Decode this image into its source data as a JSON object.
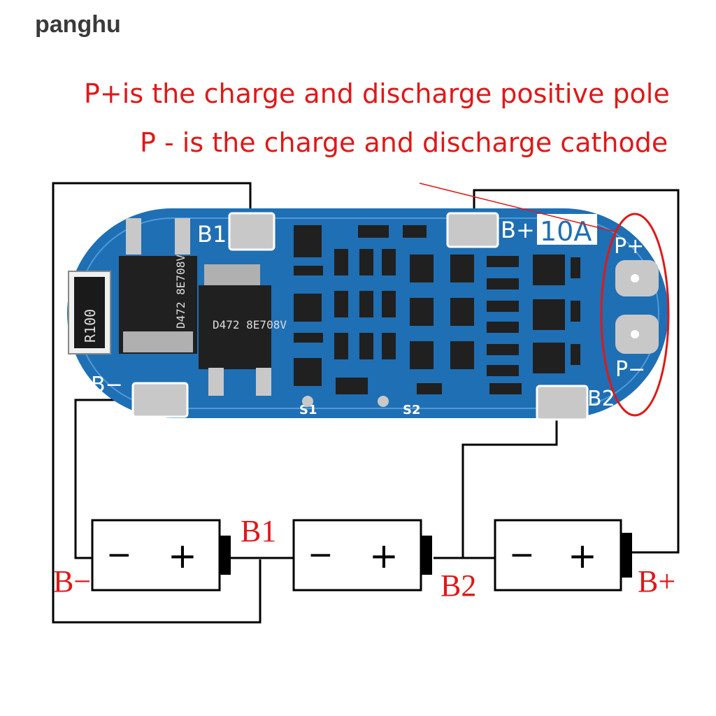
{
  "watermark": "panghu",
  "captions": {
    "p_plus": "P+is the charge and discharge positive pole",
    "p_minus": "P - is the charge and discharge cathode"
  },
  "board": {
    "pad_b1": "B1",
    "pad_b_plus": "B+",
    "current_rating": "10A",
    "pad_b_minus": "B−",
    "pad_b2": "B2",
    "pad_p_plus": "P+",
    "pad_p_minus": "P−",
    "s1": "S1",
    "s2": "S2",
    "resistor": "R100",
    "mosfet_1": "D472 8E708V",
    "mosfet_2": "D472 8E708V"
  },
  "batteries": {
    "cell_minus": "−",
    "cell_plus": "+",
    "label_b_minus": "B−",
    "label_b1": "B1",
    "label_b2": "B2",
    "label_b_plus": "B+"
  },
  "colors": {
    "pcb": "#1f6fb4",
    "pcb_dark": "#134b86",
    "pad": "#c8c8c8",
    "annotation_red": "#e01818",
    "wire": "#000000"
  }
}
